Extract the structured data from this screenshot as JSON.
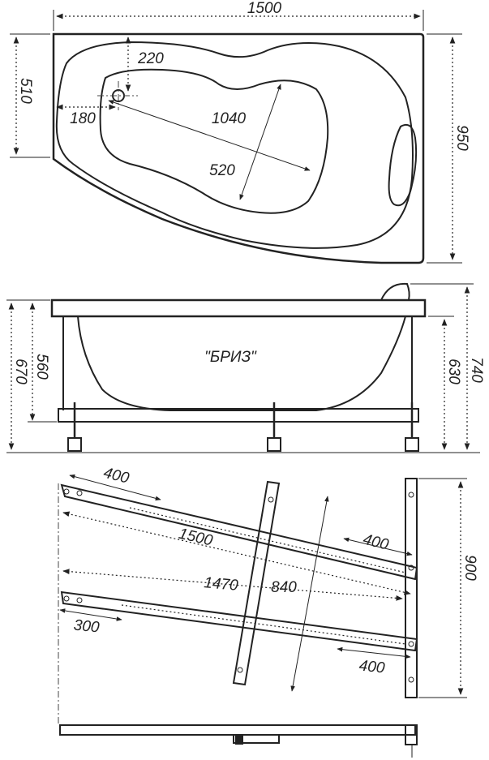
{
  "top_view": {
    "length": "1500",
    "narrow_width": "510",
    "full_width": "950",
    "drain_offset_y": "220",
    "drain_offset_x": "180",
    "inner_length": "1040",
    "inner_width": "520"
  },
  "side_view": {
    "model_name": "\"БРИЗ\"",
    "height_total": "670",
    "height_inner": "560",
    "height_right_inner": "630",
    "height_right_total": "740"
  },
  "frame_view": {
    "rail_top_offset": "400",
    "rail_top_length": "1500",
    "rail_top_right_offset": "400",
    "rail_bottom_length": "1470",
    "cross_span": "840",
    "rail_bottom_offset": "300",
    "rail_bottom_right_offset": "400",
    "frame_height": "900"
  }
}
